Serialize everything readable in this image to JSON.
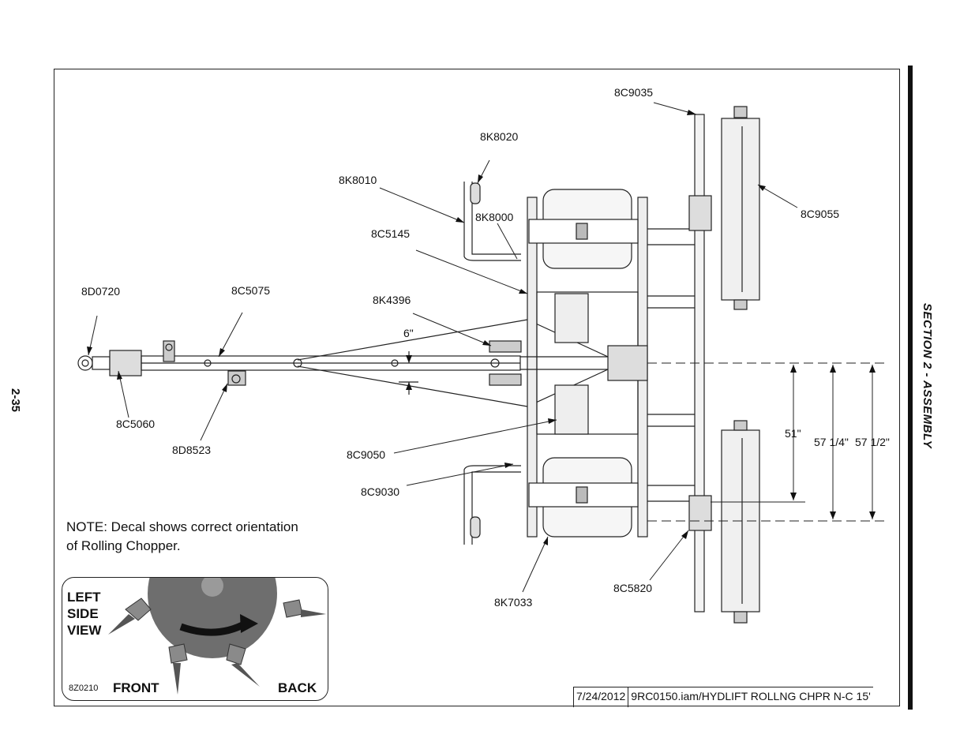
{
  "page_number": "2-35",
  "section_title": "SECTION 2 - ASSEMBLY",
  "note": {
    "line1": "NOTE: Decal shows correct orientation",
    "line2": "of Rolling Chopper."
  },
  "decal": {
    "left_label": [
      "LEFT",
      "SIDE",
      "VIEW"
    ],
    "part_number": "8Z0210",
    "front_label": "FRONT",
    "back_label": "BACK"
  },
  "title_block": {
    "date": "7/24/2012",
    "file": "9RC0150.iam/HYDLIFT ROLLNG CHPR N-C 15'"
  },
  "callouts": {
    "c8C9035": "8C9035",
    "c8K8020": "8K8020",
    "c8K8010": "8K8010",
    "c8K8000": "8K8000",
    "c8C5145": "8C5145",
    "c8C9055": "8C9055",
    "c8D0720": "8D0720",
    "c8C5075": "8C5075",
    "c8K4396": "8K4396",
    "c8C5060": "8C5060",
    "c8D8523": "8D8523",
    "c8C9050": "8C9050",
    "c8C9030": "8C9030",
    "c8K7033": "8K7033",
    "c8C5820": "8C5820"
  },
  "dimensions": {
    "tongue_offset": "6\"",
    "d51": "51\"",
    "d57_1_4": "57 1/4\"",
    "d57_1_2": "57 1/2\""
  }
}
